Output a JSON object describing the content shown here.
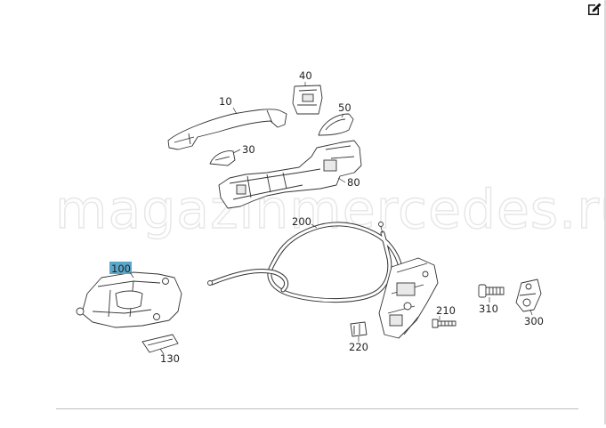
{
  "watermark": "magazinmercedes.ru",
  "toolbar": {
    "edit_icon": "edit-icon"
  },
  "parts": {
    "p10": "10",
    "p30": "30",
    "p40": "40",
    "p50": "50",
    "p80": "80",
    "p100": "100",
    "p130": "130",
    "p200": "200",
    "p210": "210",
    "p220": "220",
    "p300": "300",
    "p310": "310"
  },
  "colors": {
    "highlight": "#5aa7c9",
    "line": "#333333"
  }
}
